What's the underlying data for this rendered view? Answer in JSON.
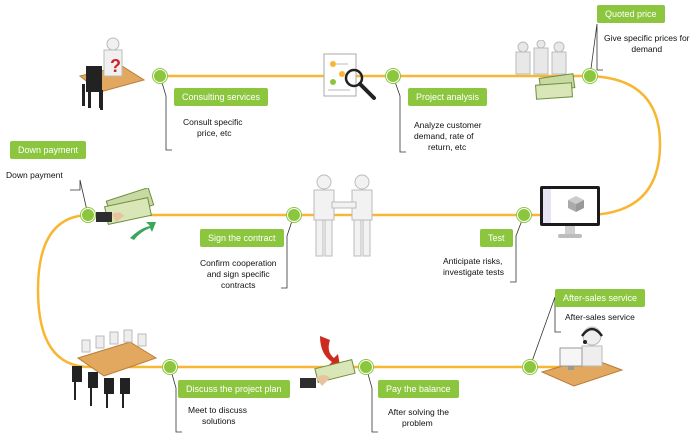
{
  "colors": {
    "accent": "#8cc63f",
    "path": "#f7b733",
    "arrow_green": "#3aa75a",
    "arrow_red": "#cc2b1d"
  },
  "steps": [
    {
      "title": "Consulting services",
      "desc_lines": [
        "Consult specific",
        "price, etc"
      ],
      "icon": "consulting-person-icon"
    },
    {
      "title": "Project analysis",
      "desc_lines": [
        "Analyze customer",
        "demand, rate of",
        "return, etc"
      ],
      "icon": "magnifier-document-icon"
    },
    {
      "title": "Quoted price",
      "desc_lines": [
        "Give specific prices for",
        "demand"
      ],
      "icon": "price-team-icon"
    },
    {
      "title": "Test",
      "desc_lines": [
        "Anticipate risks,",
        "investigate tests"
      ],
      "icon": "monitor-icon"
    },
    {
      "title": "Sign the contract",
      "desc_lines": [
        "Confirm cooperation",
        "and sign specific",
        "contracts"
      ],
      "icon": "handshake-icon"
    },
    {
      "title": "Down payment",
      "desc_lines": [
        "Down payment"
      ],
      "icon": "money-hand-icon"
    },
    {
      "title": "Discuss the project plan",
      "desc_lines": [
        "Meet to discuss",
        "solutions"
      ],
      "icon": "meeting-table-icon"
    },
    {
      "title": "Pay the balance",
      "desc_lines": [
        "After solving the",
        "problem"
      ],
      "icon": "payment-hand-icon"
    },
    {
      "title": "After-sales service",
      "desc_lines": [
        "After-sales service"
      ],
      "icon": "support-agent-icon"
    }
  ]
}
